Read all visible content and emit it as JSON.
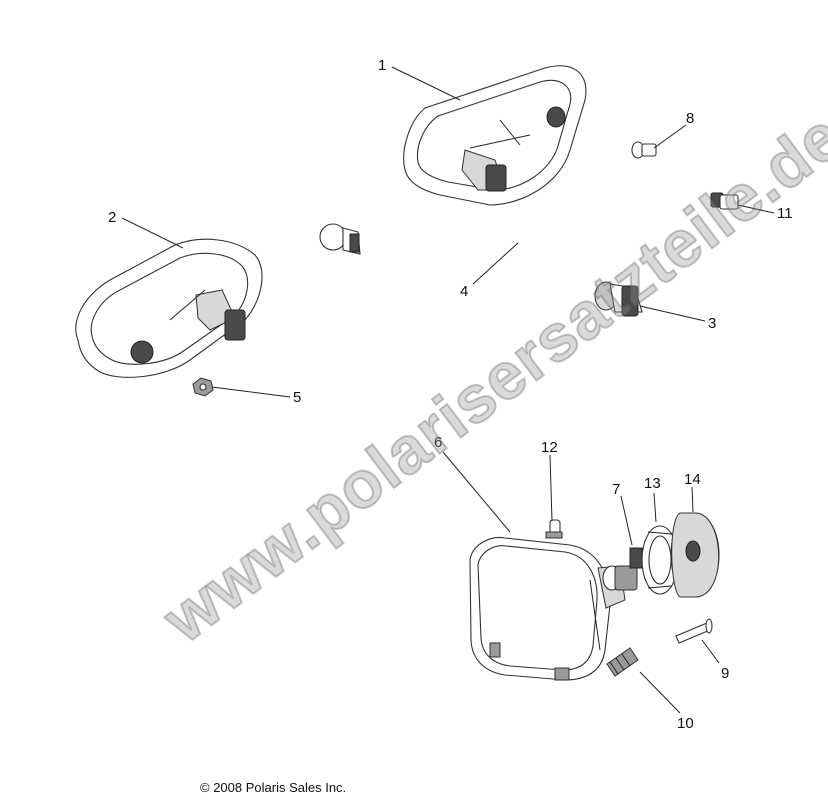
{
  "diagram": {
    "callouts": [
      {
        "id": "1",
        "label": "1"
      },
      {
        "id": "2",
        "label": "2"
      },
      {
        "id": "3",
        "label": "3"
      },
      {
        "id": "4",
        "label": "4"
      },
      {
        "id": "5",
        "label": "5"
      },
      {
        "id": "6",
        "label": "6"
      },
      {
        "id": "7",
        "label": "7"
      },
      {
        "id": "8",
        "label": "8"
      },
      {
        "id": "9",
        "label": "9"
      },
      {
        "id": "10",
        "label": "10"
      },
      {
        "id": "11",
        "label": "11"
      },
      {
        "id": "12",
        "label": "12"
      },
      {
        "id": "13",
        "label": "13"
      },
      {
        "id": "14",
        "label": "14"
      }
    ],
    "copyright": "© 2008 Polaris Sales Inc.",
    "watermark": "www.polarisersatzteile.de"
  }
}
